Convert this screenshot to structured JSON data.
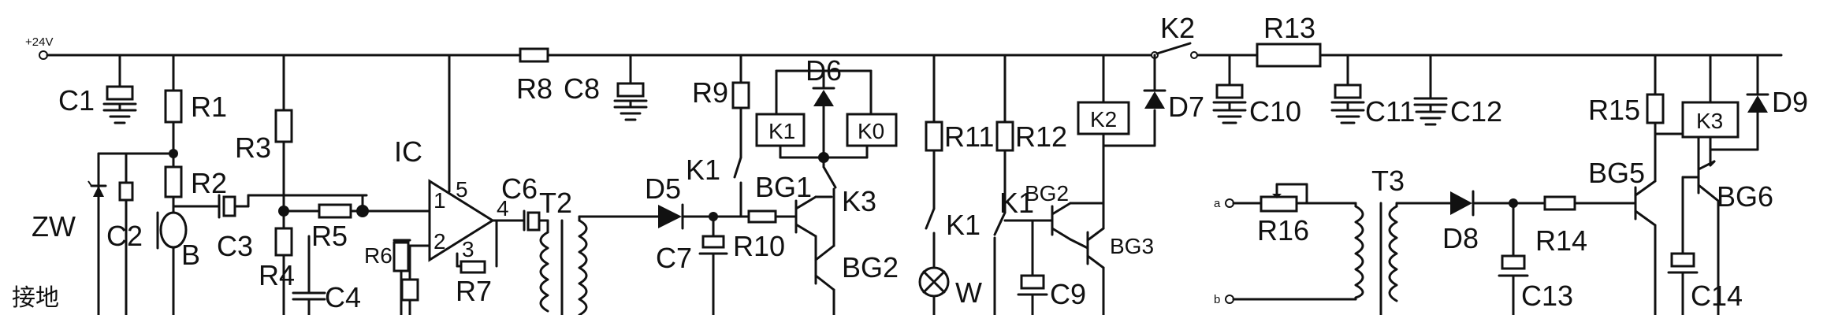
{
  "supply": "+24V",
  "ground_label": "接地",
  "ic": "IC",
  "ic_pins": {
    "p1": "1",
    "p2": "2",
    "p3": "3",
    "p4": "4",
    "p5": "5"
  },
  "terminals": {
    "a": "a",
    "b": "b"
  },
  "labels": {
    "C1": "C1",
    "R1": "R1",
    "R2": "R2",
    "C2": "C2",
    "ZW": "ZW",
    "B": "B",
    "C3": "C3",
    "R3": "R3",
    "R4": "R4",
    "C4": "C4",
    "R5": "R5",
    "R6": "R6",
    "R7": "R7",
    "R8": "R8",
    "C8": "C8",
    "C6": "C6",
    "T2": "T2",
    "D5": "D5",
    "C7": "C7",
    "R10": "R10",
    "R9": "R9",
    "K1a": "K1",
    "BG1": "BG1",
    "BG2a": "BG2",
    "D6": "D6",
    "K1box": "K1",
    "K0box": "K0",
    "K3a": "K3",
    "R11": "R11",
    "K1b": "K1",
    "W": "W",
    "R12": "R12",
    "K1c": "K1",
    "BG2b": "BG2",
    "BG3": "BG3",
    "C9": "C9",
    "K2box": "K2",
    "K2top": "K2",
    "D7": "D7",
    "R13": "R13",
    "C10": "C10",
    "C11": "C11",
    "C12": "C12",
    "R16": "R16",
    "T3": "T3",
    "D8": "D8",
    "C13": "C13",
    "R14": "R14",
    "BG5": "BG5",
    "R15": "R15",
    "K3box": "K3",
    "D9": "D9",
    "BG6": "BG6",
    "C14": "C14"
  }
}
